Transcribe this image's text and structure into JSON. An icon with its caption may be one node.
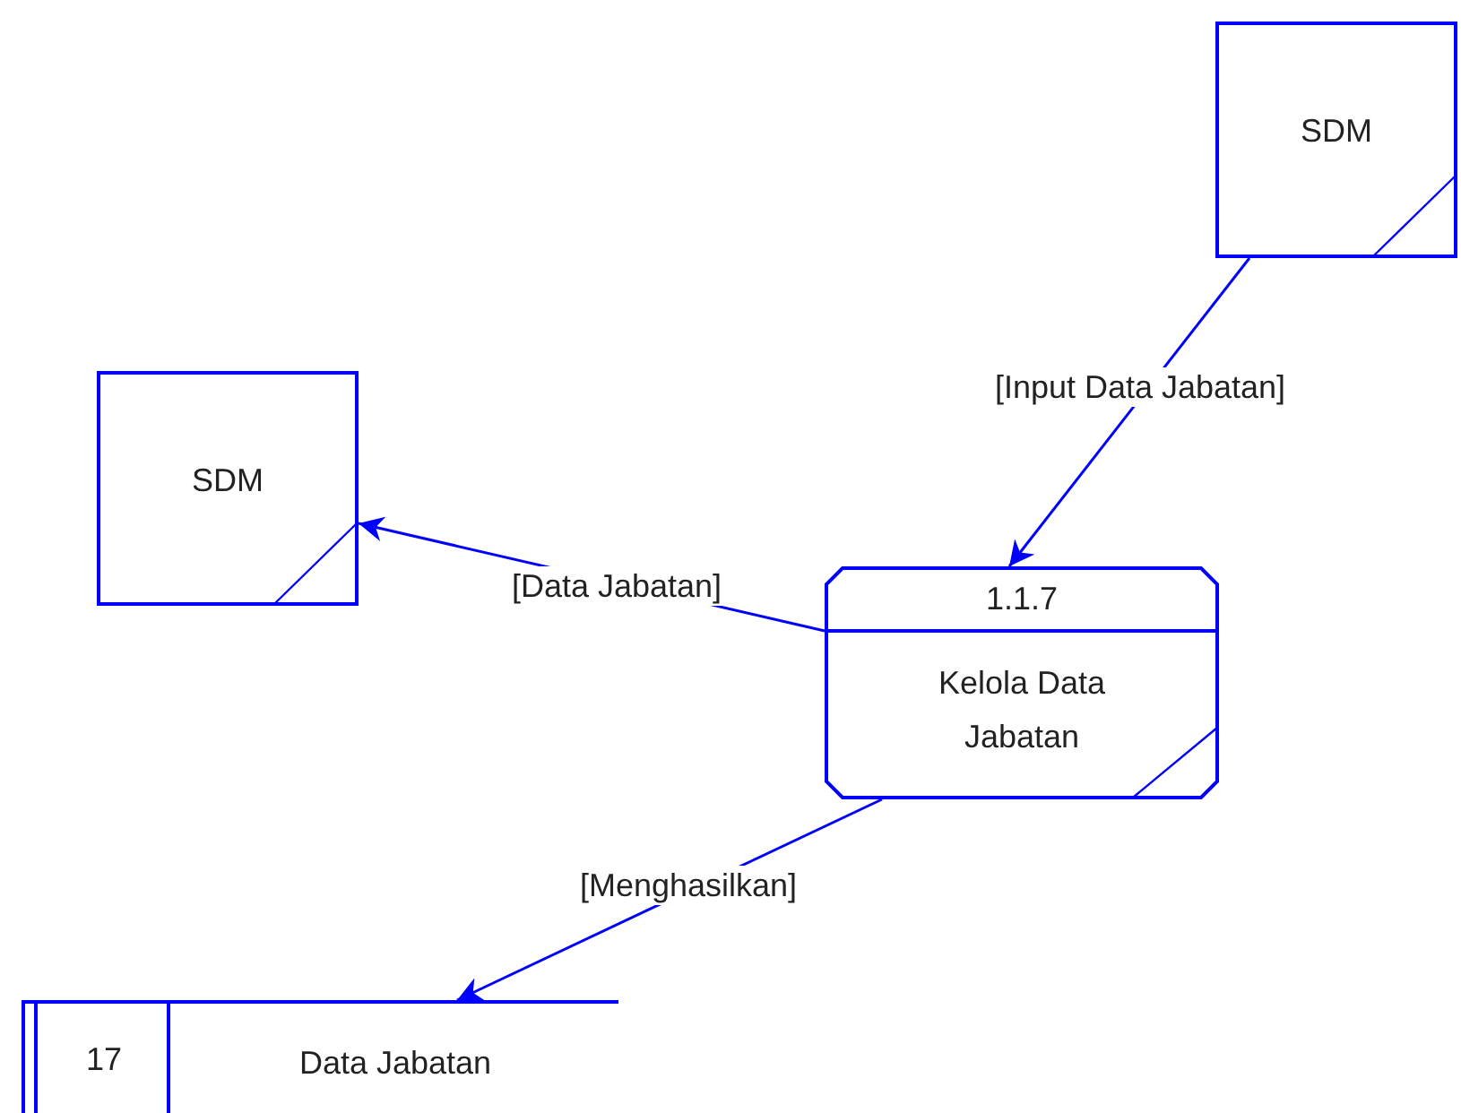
{
  "diagram": {
    "nodes": [
      {
        "text": [
          "SDM"
        ]
      },
      {
        "text": [
          "SDM"
        ]
      },
      {
        "text": [
          "1.1.7",
          "Kelola Data Jabatan"
        ]
      },
      {
        "text": [
          "17",
          "Data Jabatan"
        ]
      }
    ],
    "edges": [
      {
        "from": 0,
        "to": 2,
        "arrow": "to",
        "label": "[Input Data Jabatan]"
      },
      {
        "from": 2,
        "to": 1,
        "arrow": "to",
        "label": "[Data Jabatan]"
      },
      {
        "from": 2,
        "to": 3,
        "arrow": "to",
        "label": "[Menghasilkan]"
      }
    ]
  }
}
